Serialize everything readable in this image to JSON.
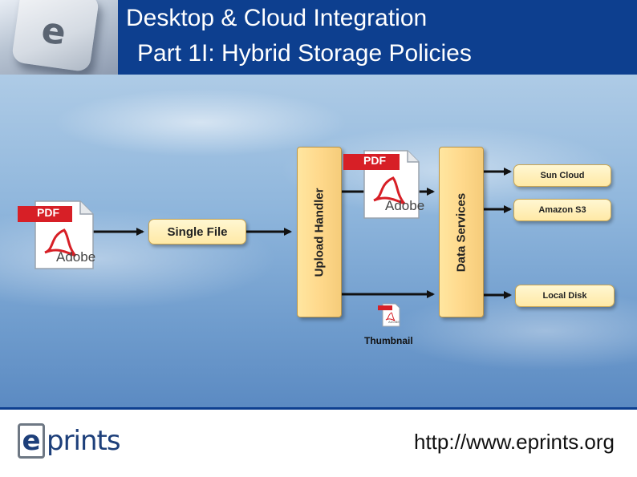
{
  "header": {
    "title_line1": "Desktop & Cloud Integration",
    "title_line2": "Part 1I: Hybrid Storage Policies",
    "logo_letter": "e"
  },
  "diagram": {
    "single_file": "Single File",
    "upload_handler": "Upload Handler",
    "data_services": "Data Services",
    "targets": [
      "Sun Cloud",
      "Amazon S3",
      "Local Disk"
    ],
    "thumbnail": "Thumbnail",
    "pdf_tag": "PDF",
    "adobe_label": "Adobe",
    "thumb_label_small": "ADOBE"
  },
  "footer": {
    "logo_e": "e",
    "logo_rest": "prints",
    "url": "http://www.eprints.org"
  },
  "colors": {
    "header_bg": "#0d3f8f",
    "box_fill": "#ffe9a6",
    "pdf_red": "#d71f26"
  }
}
